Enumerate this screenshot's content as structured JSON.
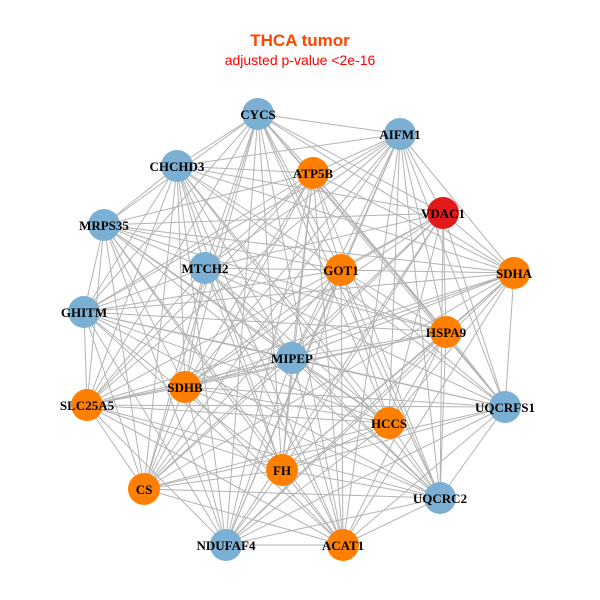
{
  "title": "THCA tumor",
  "subtitle": "adjusted p-value <2e-16",
  "colors": {
    "blue": "#7BAFD4",
    "orange": "#FF7F00",
    "red": "#E31A1C",
    "edge": "#B3B3B3"
  },
  "nodes": [
    {
      "name": "CYCS",
      "color": "blue"
    },
    {
      "name": "AIFM1",
      "color": "blue"
    },
    {
      "name": "CHCHD3",
      "color": "blue"
    },
    {
      "name": "ATP5B",
      "color": "orange"
    },
    {
      "name": "VDAC1",
      "color": "red"
    },
    {
      "name": "MRPS35",
      "color": "blue"
    },
    {
      "name": "MTCH2",
      "color": "blue"
    },
    {
      "name": "GOT1",
      "color": "orange"
    },
    {
      "name": "SDHA",
      "color": "orange"
    },
    {
      "name": "GHITM",
      "color": "blue"
    },
    {
      "name": "HSPA9",
      "color": "orange"
    },
    {
      "name": "MIPEP",
      "color": "blue"
    },
    {
      "name": "SDHB",
      "color": "orange"
    },
    {
      "name": "SLC25A5",
      "color": "orange"
    },
    {
      "name": "UQCRFS1",
      "color": "blue"
    },
    {
      "name": "HCCS",
      "color": "orange"
    },
    {
      "name": "FH",
      "color": "orange"
    },
    {
      "name": "CS",
      "color": "orange"
    },
    {
      "name": "UQCRC2",
      "color": "blue"
    },
    {
      "name": "NDUFAF4",
      "color": "blue"
    },
    {
      "name": "ACAT1",
      "color": "orange"
    }
  ]
}
